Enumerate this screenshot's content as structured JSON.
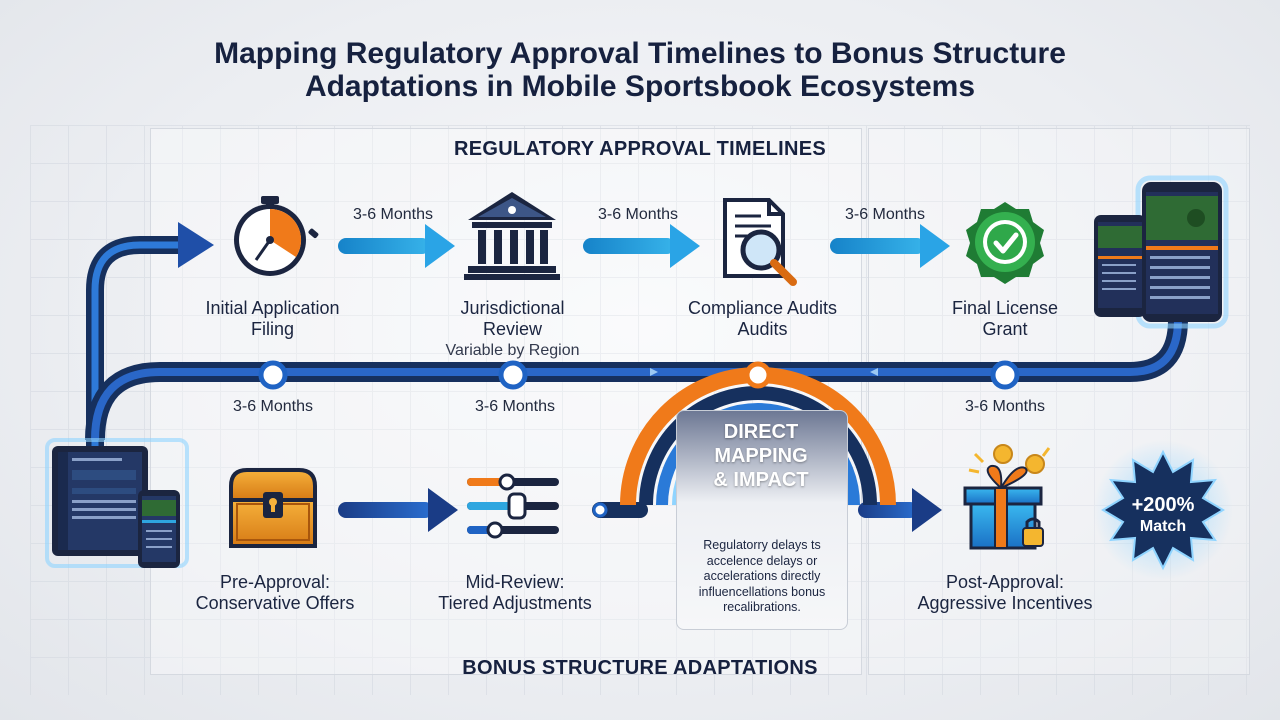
{
  "title": {
    "line1": "Mapping Regulatory Approval Timelines to Bonus Structure",
    "line2": "Adaptations in Mobile Sportsbook Ecosystems"
  },
  "sections": {
    "top": "REGULATORY APPROVAL TIMELINES",
    "bottom": "BONUS STRUCTURE ADAPTATIONS"
  },
  "timeline_stages": [
    {
      "icon": "stopwatch-icon",
      "line1": "Initial Application",
      "line2": "Filing",
      "note": ""
    },
    {
      "icon": "courthouse-icon",
      "line1": "Jurisdictional",
      "line2": "Review",
      "note": "Variable by Region"
    },
    {
      "icon": "document-magnifier-icon",
      "line1": "Compliance Audits",
      "line2": "Audits",
      "note": ""
    },
    {
      "icon": "checkmark-seal-icon",
      "line1": "Final License",
      "line2": "Grant",
      "note": ""
    }
  ],
  "durations_top": [
    "3-6 Months",
    "3-6 Months",
    "3-6 Months"
  ],
  "durations_track": [
    "3-6 Months",
    "3-6 Months",
    "3-6 Months"
  ],
  "bonus_stages": [
    {
      "icon": "treasure-chest-icon",
      "line1": "Pre-Approval:",
      "line2": "Conservative Offers"
    },
    {
      "icon": "sliders-icon",
      "line1": "Mid-Review:",
      "line2": "Tiered Adjustments"
    },
    {
      "icon": "gift-box-icon",
      "line1": "Post-Approval:",
      "line2": "Aggressive Incentives"
    }
  ],
  "mapping": {
    "title_line1": "DIRECT",
    "title_line2": "MAPPING",
    "title_line3": "& IMPACT",
    "text": "Regulatorry delays ts accelence delays or accelerations directly influencellations bonus recalibrations."
  },
  "badge": {
    "line1": "+200%",
    "line2": "Match"
  },
  "colors": {
    "dark_navy": "#16305e",
    "blue": "#1f63c4",
    "cyan": "#2ea6e0",
    "orange": "#f07a1a",
    "green": "#2fa84a"
  }
}
